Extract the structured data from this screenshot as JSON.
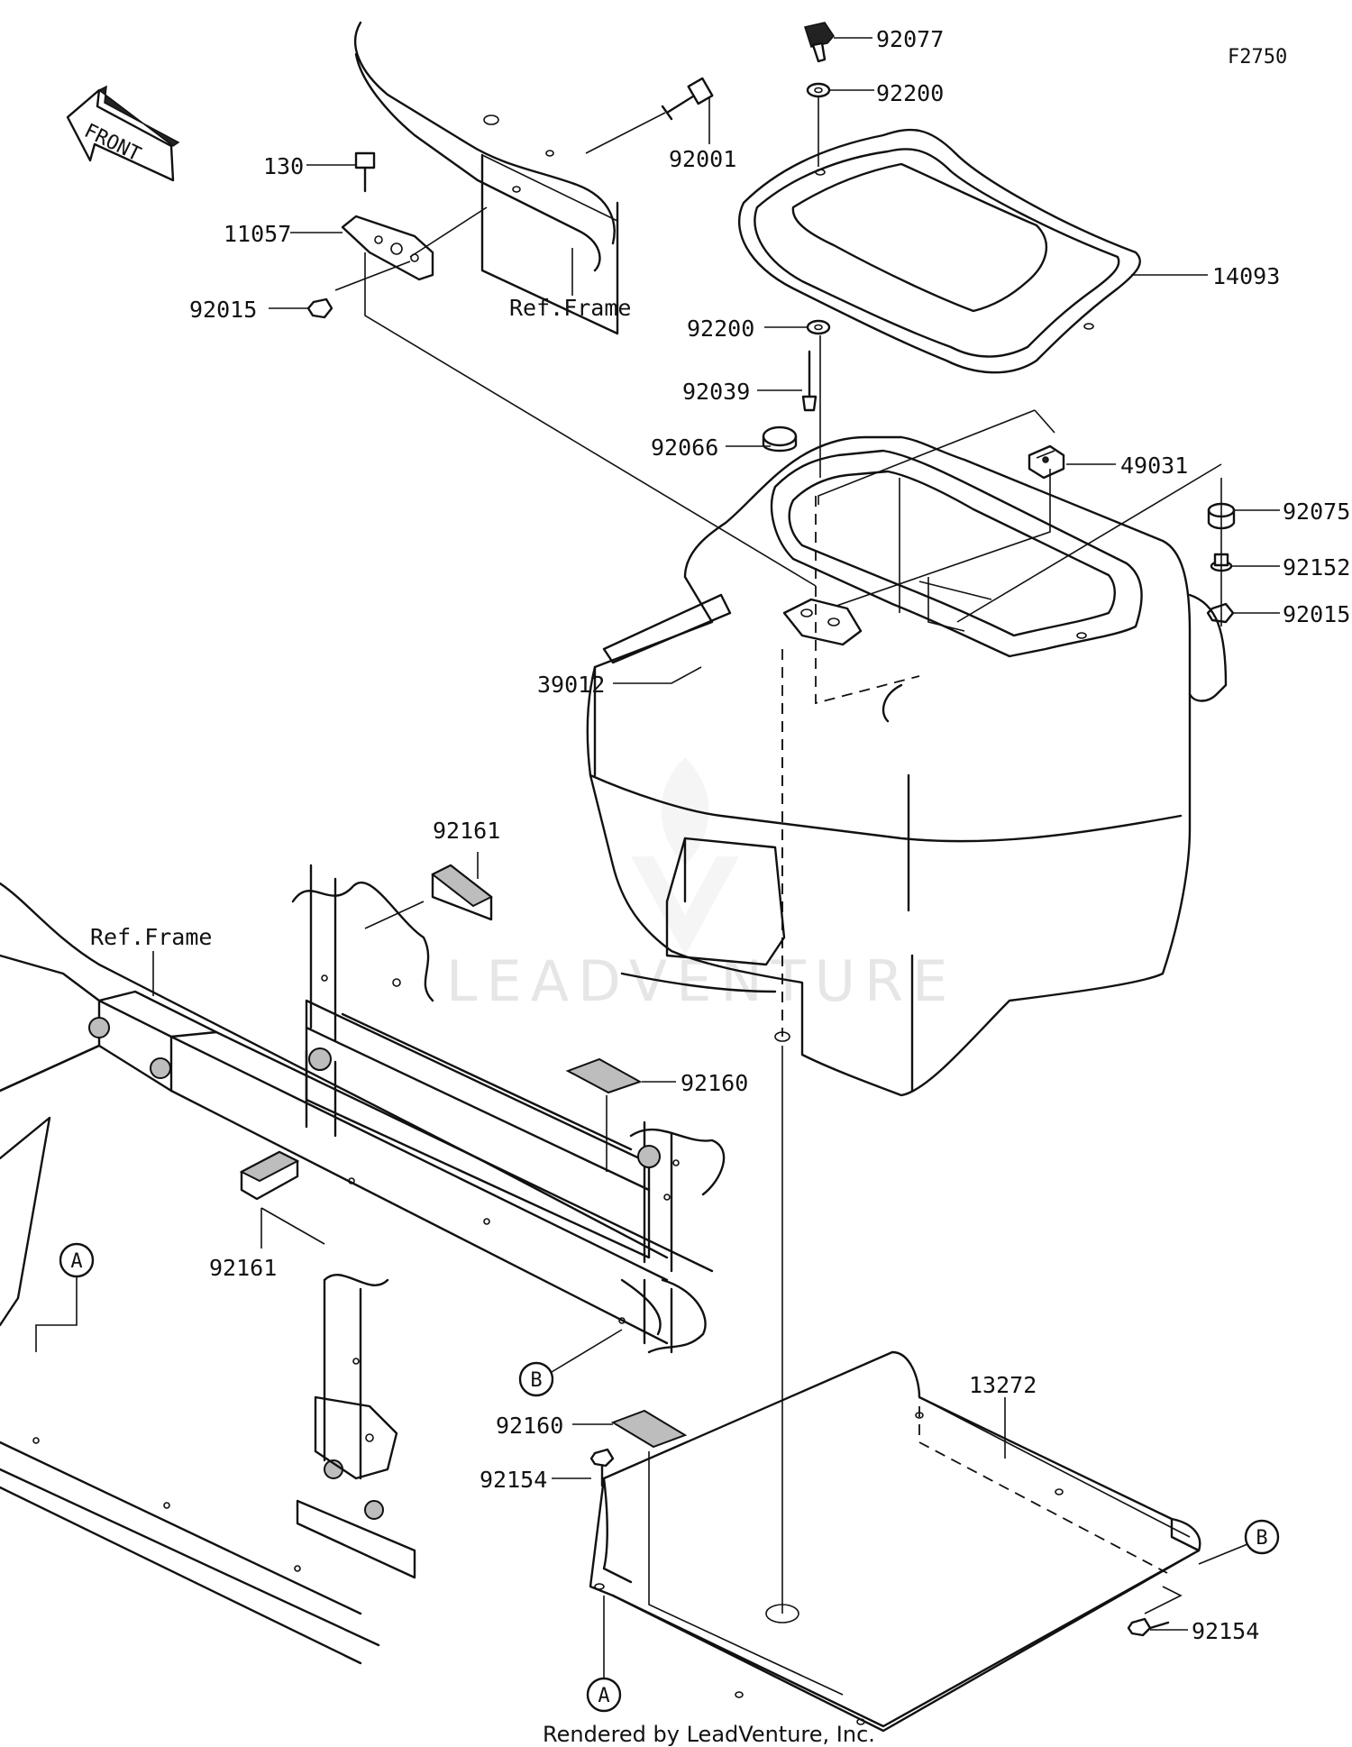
{
  "figure_id": "F2750",
  "front_arrow_text": "FRONT",
  "footer": "Rendered by LeadVenture, Inc.",
  "watermark": "LEADVENTURE",
  "ref_labels": [
    "Ref.Frame",
    "Ref.Frame"
  ],
  "reference_markers": [
    "A",
    "A",
    "B",
    "B"
  ],
  "callouts": [
    "92077",
    "92200",
    "92001",
    "130",
    "11057",
    "92015",
    "14093",
    "92200",
    "92039",
    "92066",
    "49031",
    "92075",
    "92152",
    "92015",
    "39012",
    "92161",
    "92160",
    "92161",
    "92160",
    "92154",
    "13272",
    "92154"
  ],
  "icons": [
    "front-arrow-icon",
    "watermark-logo-icon"
  ]
}
